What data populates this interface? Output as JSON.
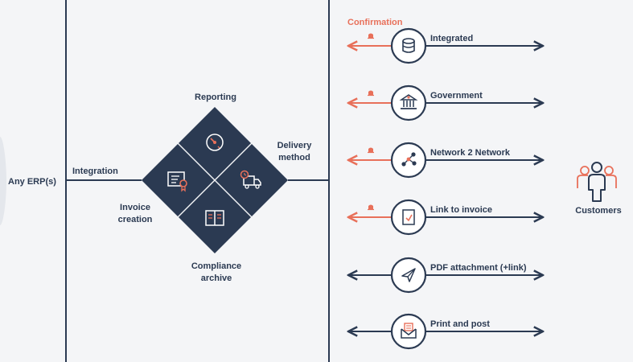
{
  "colors": {
    "navy": "#2b3a52",
    "accent": "#e8705a",
    "background": "#f4f5f7",
    "white": "#ffffff"
  },
  "left": {
    "erp_label": "Any ERP(s)",
    "integration_label": "Integration"
  },
  "diamond": {
    "reporting_label": "Reporting",
    "delivery_label_line1": "Delivery",
    "delivery_label_line2": "method",
    "invoice_label_line1": "Invoice",
    "invoice_label_line2": "creation",
    "compliance_label_line1": "Compliance",
    "compliance_label_line2": "archive",
    "tiles": [
      {
        "name": "reporting-tile",
        "icon": "gauge-icon"
      },
      {
        "name": "invoice-creation-tile",
        "icon": "certificate-icon"
      },
      {
        "name": "delivery-method-tile",
        "icon": "delivery-truck-icon"
      },
      {
        "name": "compliance-archive-tile",
        "icon": "archive-book-icon"
      }
    ]
  },
  "right": {
    "confirmation_label": "Confirmation",
    "customers_label": "Customers",
    "channels": [
      {
        "label": "Integrated",
        "icon": "database-icon",
        "confirmation": true
      },
      {
        "label": "Government",
        "icon": "government-building-icon",
        "confirmation": true
      },
      {
        "label": "Network 2 Network",
        "icon": "network-icon",
        "confirmation": true
      },
      {
        "label": "Link to invoice",
        "icon": "link-document-icon",
        "confirmation": true
      },
      {
        "label": "PDF attachment (+link)",
        "icon": "paper-plane-icon",
        "confirmation": false
      },
      {
        "label": "Print and post",
        "icon": "envelope-icon",
        "confirmation": false
      }
    ]
  }
}
